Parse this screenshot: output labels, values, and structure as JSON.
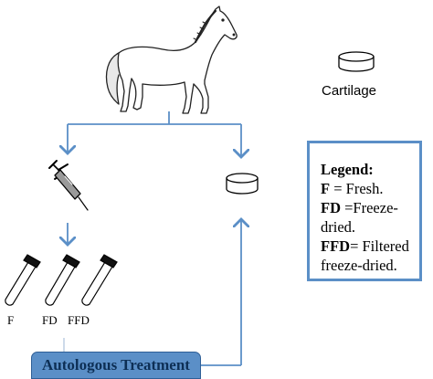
{
  "cartilage_label": "Cartilage",
  "legend": {
    "title": "Legend:",
    "f_abbr": "F",
    "f_def": " = Fresh.",
    "fd_abbr": "FD",
    "fd_def_line1": " =Freeze-",
    "fd_def_line2": "dried.",
    "ffd_abbr": "FFD",
    "ffd_def_line1": "= Filtered",
    "ffd_def_line2": "freeze-dried."
  },
  "tubes": {
    "f_label": "F",
    "fd_label": "FD",
    "ffd_label": "FFD"
  },
  "treatment_label": "Autologous Treatment",
  "colors": {
    "arrow": "#5b8fc7",
    "legend_border": "#5b8fc7",
    "treatment_fill": "#5b8fc7",
    "treatment_text": "#0d2f55"
  }
}
